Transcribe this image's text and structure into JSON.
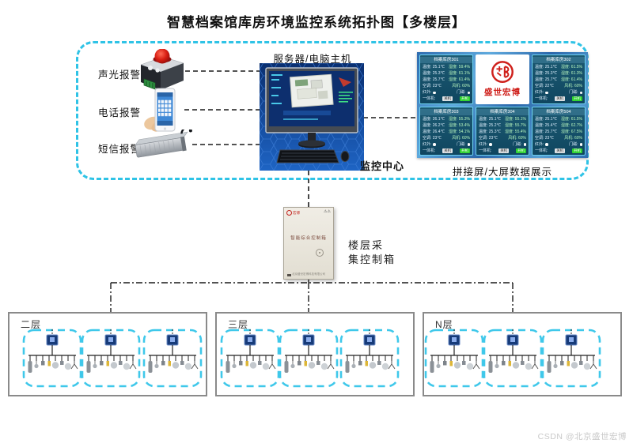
{
  "title": "智慧档案馆库房环境监控系统拓扑图【多楼层】",
  "watermark": "CSDN @北京盛世宏博",
  "top_section": {
    "alarms": [
      {
        "label": "声光报警"
      },
      {
        "label": "电话报警"
      },
      {
        "label": "短信报警"
      }
    ],
    "server_label": "服务器/电脑主机",
    "monitoring_center_label": "监控中心",
    "big_screen_label": "拼接屏/大屏数据展示",
    "logo_text": "盛世宏博",
    "panels": [
      {
        "name": "档案库房301",
        "rows": [
          [
            "温度: 25.1℃",
            "湿度: 59.4%"
          ],
          [
            "温度: 25.3℃",
            "湿度: 61.1%"
          ],
          [
            "温度: 25.7℃",
            "湿度: 61.4%"
          ],
          [
            "空调: 23℃",
            "风机: 60%"
          ]
        ],
        "indicators": [
          "红外:",
          "门磁:"
        ],
        "machine_label": "一体机:",
        "buttons": [
          "关机",
          "开机"
        ]
      },
      {
        "name": "档案库房302",
        "rows": [
          [
            "温度: 25.1℃",
            "湿度: 61.5%"
          ],
          [
            "温度: 25.3℃",
            "湿度: 61.3%"
          ],
          [
            "温度: 25.7℃",
            "湿度: 61.4%"
          ],
          [
            "空调: 22℃",
            "风机: 60%"
          ]
        ],
        "indicators": [
          "红外:",
          "门磁:"
        ],
        "machine_label": "一体机:",
        "buttons": [
          "关机",
          "开机"
        ]
      },
      {
        "name": "档案库房303",
        "rows": [
          [
            "温度: 26.1℃",
            "湿度: 55.3%"
          ],
          [
            "温度: 26.2℃",
            "湿度: 53.4%"
          ],
          [
            "温度: 26.4℃",
            "湿度: 54.1%"
          ],
          [
            "空调: 23℃",
            "风机: 60%"
          ]
        ],
        "indicators": [
          "红外:",
          "门磁:"
        ],
        "machine_label": "一体机:",
        "buttons": [
          "关机",
          "开机"
        ]
      },
      {
        "name": "档案库房304",
        "rows": [
          [
            "温度: 25.1℃",
            "湿度: 55.1%"
          ],
          [
            "温度: 25.2℃",
            "湿度: 55.7%"
          ],
          [
            "温度: 25.3℃",
            "湿度: 55.4%"
          ],
          [
            "空调: 23℃",
            "风机: 60%"
          ]
        ],
        "indicators": [
          "红外:",
          "门磁:"
        ],
        "machine_label": "一体机:",
        "buttons": [
          "关机",
          "开机"
        ]
      },
      {
        "name": "档案库房504",
        "rows": [
          [
            "温度: 25.1℃",
            "湿度: 61.5%"
          ],
          [
            "温度: 25.4℃",
            "湿度: 62.7%"
          ],
          [
            "温度: 25.7℃",
            "湿度: 67.5%"
          ],
          [
            "空调: 23℃",
            "风机: 60%"
          ]
        ],
        "indicators": [
          "红外:",
          "门磁:"
        ],
        "machine_label": "一体机:",
        "buttons": [
          "关机",
          "开机"
        ]
      }
    ]
  },
  "control_box": {
    "brand": "宏博",
    "panel_title": "智能综合控制箱",
    "company": "北京盛世宏博科技有限公司",
    "label_line1": "楼层采",
    "label_line2": "集控制箱"
  },
  "floors": [
    {
      "label": "二层"
    },
    {
      "label": "三层"
    },
    {
      "label": "N层"
    }
  ],
  "colors": {
    "cyan_dashed": "#2fc3e6",
    "screen_blue": "#2e6cb0",
    "tile_border": "#6fd3ef",
    "accent_red": "#cf1f1a",
    "button_green": "#2ed32e"
  }
}
